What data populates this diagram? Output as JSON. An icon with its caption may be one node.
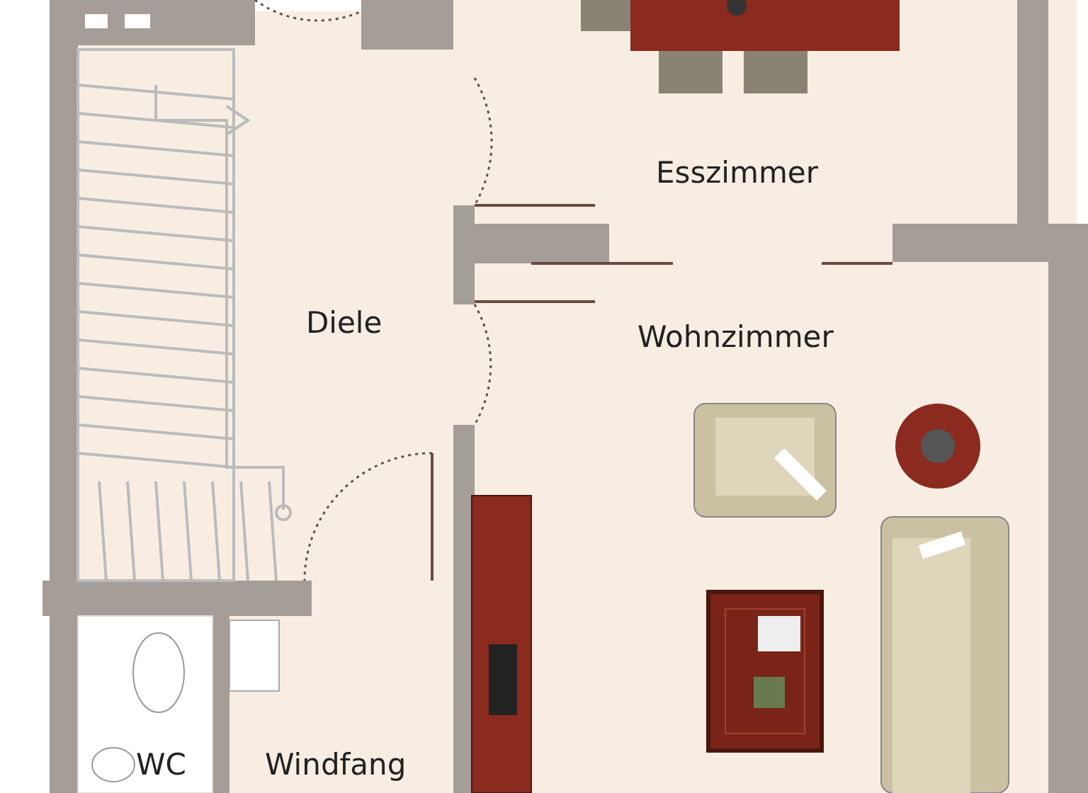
{
  "diagram": {
    "labels": [
      "Esszimmer",
      "Diele",
      "Wohnzimmer",
      "WC",
      "Windfang"
    ]
  }
}
